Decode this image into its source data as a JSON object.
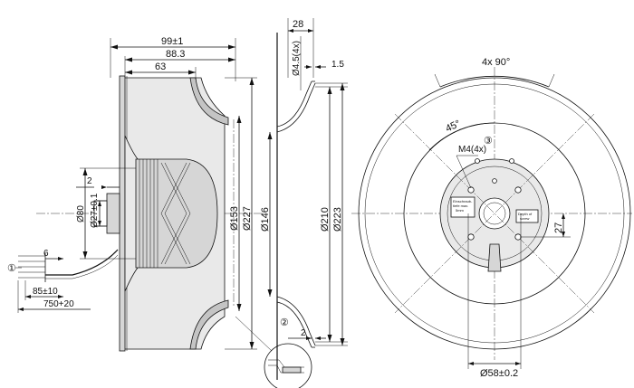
{
  "side_view": {
    "dim_99": "99±1",
    "dim_88_3": "88.3",
    "dim_63": "63",
    "dim_2_top": "2",
    "dia_80": "Ø80",
    "dia_27": "Ø27±0.1",
    "dia_153": "Ø153",
    "dia_227": "Ø227",
    "dim_6": "6",
    "dim_85": "85±10",
    "dim_750": "750+20",
    "callout_1": "①"
  },
  "section_view": {
    "dim_28": "28",
    "hole": "Ø4.5(4x)",
    "dim_1_5": "1.5",
    "dia_146": "Ø146",
    "dia_210": "Ø210",
    "dia_223": "Ø223",
    "dim_2_bottom": "2",
    "callout_2": "②"
  },
  "front_view": {
    "angle_4x90": "4x 90°",
    "angle_45": "45°",
    "thread": "M4(4x)",
    "callout_3": "③",
    "dim_27": "27",
    "dia_58": "Ø58±0.2",
    "label_left": "Einschraub-\ntiefe max.\n5mm",
    "label_right": "Depth of\nscrew"
  }
}
